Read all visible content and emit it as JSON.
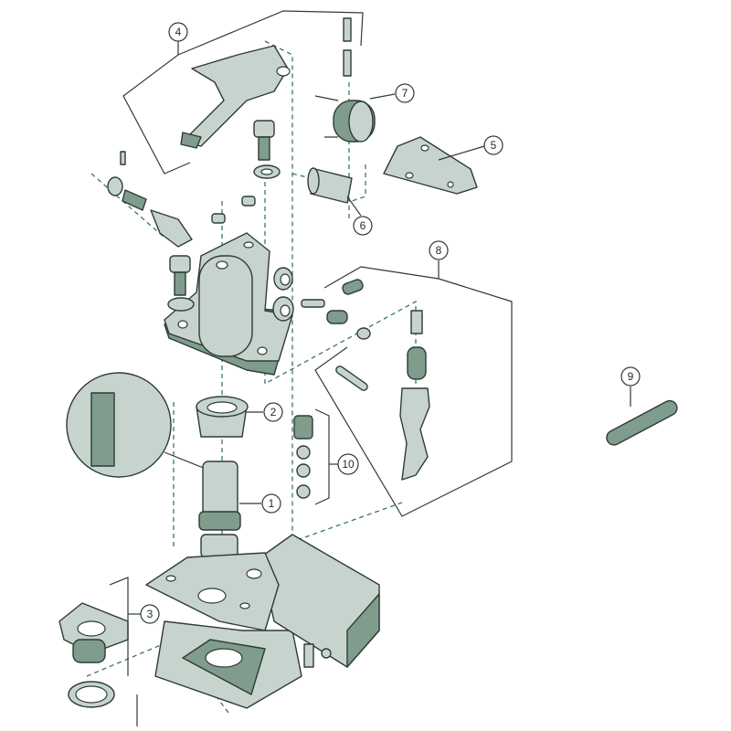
{
  "diagram": {
    "callouts": [
      {
        "id": "callout-1",
        "label": "1"
      },
      {
        "id": "callout-2",
        "label": "2"
      },
      {
        "id": "callout-3",
        "label": "3"
      },
      {
        "id": "callout-4",
        "label": "4"
      },
      {
        "id": "callout-5",
        "label": "5"
      },
      {
        "id": "callout-6",
        "label": "6"
      },
      {
        "id": "callout-7",
        "label": "7"
      },
      {
        "id": "callout-8",
        "label": "8"
      },
      {
        "id": "callout-9",
        "label": "9"
      },
      {
        "id": "callout-10",
        "label": "10"
      }
    ],
    "colors": {
      "part_light": "#c6d4cd",
      "part_dark": "#7f9c8d",
      "dashed_axis": "#3d7564",
      "outline": "#2f3b36"
    }
  }
}
